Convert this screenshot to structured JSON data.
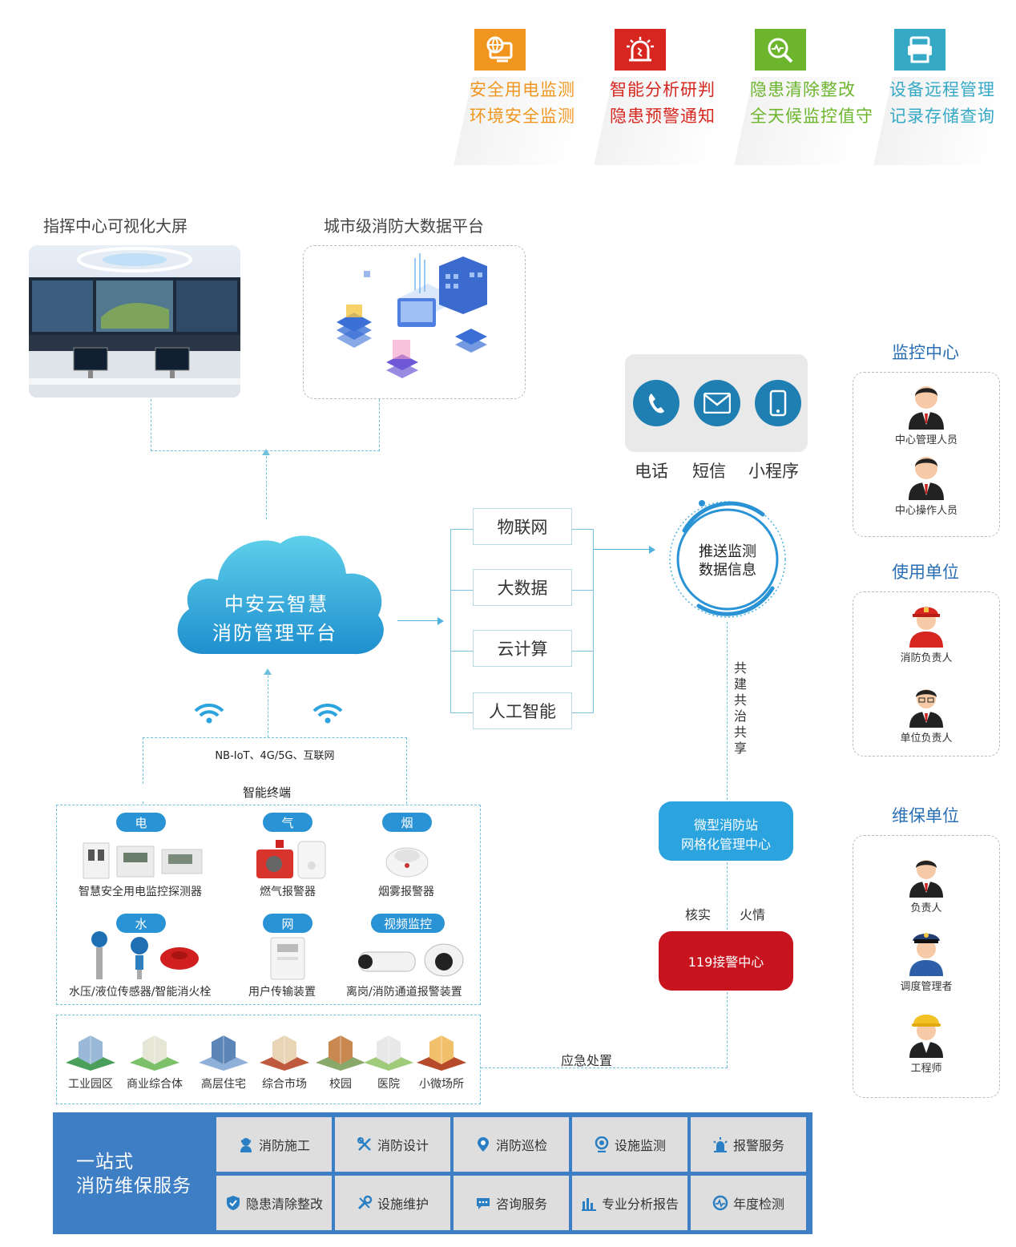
{
  "features": [
    {
      "line1": "安全用电监测",
      "line2": "环境安全监测",
      "color": "#f0961e",
      "icon": "monitor-globe-icon"
    },
    {
      "line1": "智能分析研判",
      "line2": "隐患预警通知",
      "color": "#d7261f",
      "icon": "alarm-light-icon"
    },
    {
      "line1": "隐患清除整改",
      "line2": "全天候监控值守",
      "color": "#6cb52d",
      "icon": "search-chart-icon"
    },
    {
      "line1": "设备远程管理",
      "line2": "记录存储查询",
      "color": "#35a9c6",
      "icon": "printer-icon"
    }
  ],
  "captions": {
    "command_screen": "指挥中心可视化大屏",
    "bigdata_platform": "城市级消防大数据平台"
  },
  "cloud": {
    "line1": "中安云智慧",
    "line2": "消防管理平台"
  },
  "tech": [
    "物联网",
    "大数据",
    "云计算",
    "人工智能"
  ],
  "notify": {
    "items": [
      "电话",
      "短信",
      "小程序"
    ],
    "colors": [
      "#1f7fb3"
    ]
  },
  "push": {
    "line1": "推送监测",
    "line2": "数据信息"
  },
  "cobuild": "共建共治共享",
  "micro_station": {
    "line1": "微型消防站",
    "line2": "网格化管理中心",
    "color": "#2aa3df"
  },
  "verify_labels": {
    "left": "核实",
    "right": "火情"
  },
  "alarm_center": {
    "label": "119接警中心",
    "color": "#c8141e"
  },
  "emergency": "应急处置",
  "network": "NB-IoT、4G/5G、互联网",
  "terminals": {
    "title": "智能终端",
    "categories": [
      "电",
      "气",
      "烟",
      "水",
      "网",
      "视频监控"
    ],
    "devices": [
      "智慧安全用电监控探测器",
      "燃气报警器",
      "烟雾报警器",
      "水压/液位传感器/智能消火栓",
      "用户传输装置",
      "离岗/消防通道报警装置"
    ]
  },
  "places": [
    "工业园区",
    "商业综合体",
    "高层住宅",
    "综合市场",
    "校园",
    "医院",
    "小微场所"
  ],
  "roles": {
    "monitor": {
      "title": "监控中心",
      "people": [
        "中心管理人员",
        "中心操作人员"
      ]
    },
    "user": {
      "title": "使用单位",
      "people": [
        "消防负责人",
        "单位负责人"
      ]
    },
    "maint": {
      "title": "维保单位",
      "people": [
        "负责人",
        "调度管理者",
        "工程师"
      ]
    }
  },
  "services": {
    "title_line1": "一站式",
    "title_line2": "消防维保服务",
    "color": "#3d7ec4",
    "items": [
      {
        "label": "消防施工",
        "icon": "worker-icon"
      },
      {
        "label": "消防设计",
        "icon": "design-tools-icon"
      },
      {
        "label": "消防巡检",
        "icon": "location-pin-icon"
      },
      {
        "label": "设施监测",
        "icon": "webcam-icon"
      },
      {
        "label": "报警服务",
        "icon": "siren-icon"
      },
      {
        "label": "隐患清除整改",
        "icon": "shield-check-icon"
      },
      {
        "label": "设施维护",
        "icon": "wrench-icon"
      },
      {
        "label": "咨询服务",
        "icon": "chat-bubble-icon"
      },
      {
        "label": "专业分析报告",
        "icon": "bar-chart-icon"
      },
      {
        "label": "年度检测",
        "icon": "pulse-icon"
      }
    ]
  }
}
